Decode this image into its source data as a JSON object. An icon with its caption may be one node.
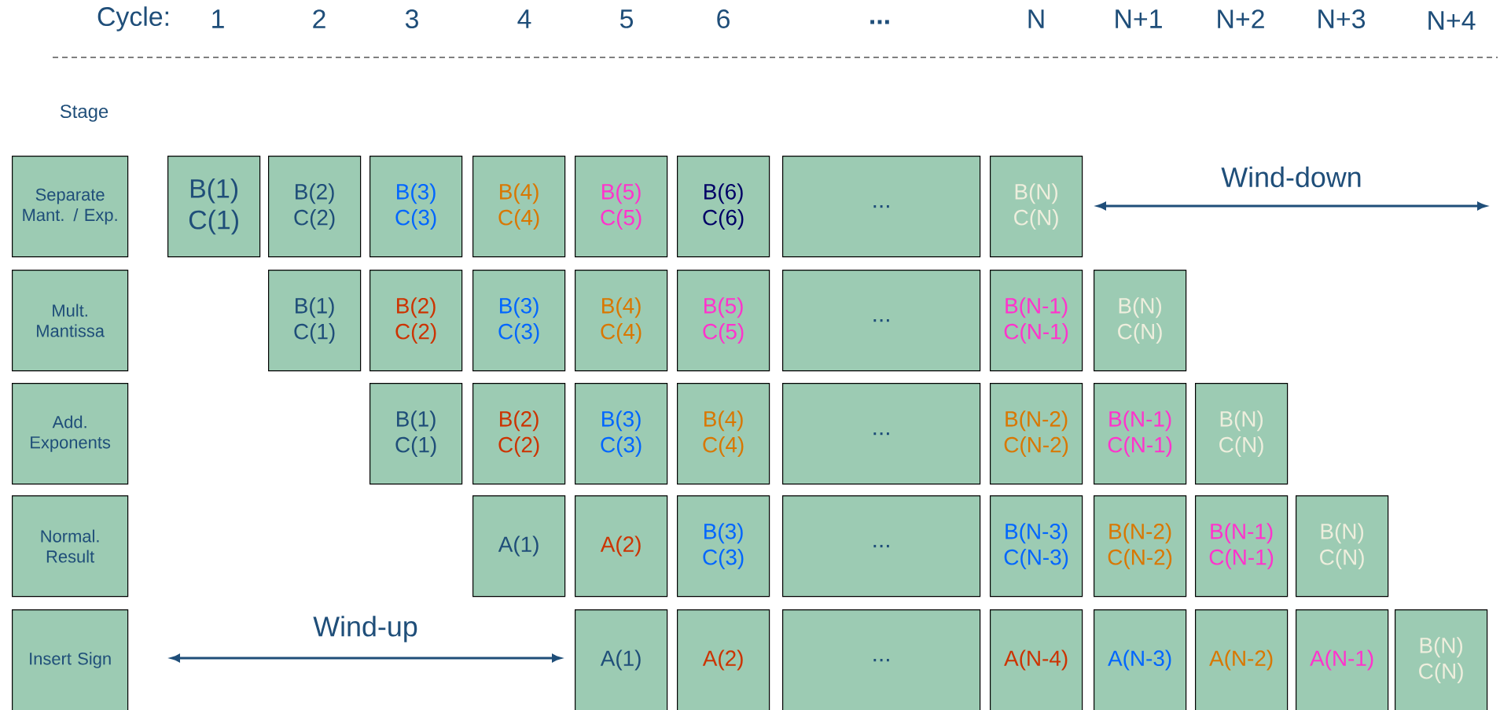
{
  "diagram": {
    "nodes": [
      {
        "text": [
          "Separate Mant. / Exp."
        ]
      },
      {
        "text": [
          "B(1) C(1)"
        ]
      },
      {
        "text": [
          "B(2) C(2)"
        ]
      },
      {
        "text": [
          "B(3) C(3)"
        ]
      },
      {
        "text": [
          "B(4) C(4)"
        ]
      },
      {
        "text": [
          "B(5) C(5)"
        ]
      },
      {
        "text": [
          "B(6) C(6)"
        ]
      },
      {
        "text": [
          "..."
        ]
      },
      {
        "text": [
          "B(N) C(N)"
        ]
      },
      {
        "text": [
          "Mult. Mantissa"
        ]
      },
      {
        "text": [
          "B(1) C(1)"
        ]
      },
      {
        "text": [
          "B(2) C(2)"
        ]
      },
      {
        "text": [
          "B(3) C(3)"
        ]
      },
      {
        "text": [
          "B(4) C(4)"
        ]
      },
      {
        "text": [
          "B(5) C(5)"
        ]
      },
      {
        "text": [
          "..."
        ]
      },
      {
        "text": [
          "B(N-1) C(N-1)"
        ]
      },
      {
        "text": [
          "B(N) C(N)"
        ]
      },
      {
        "text": [
          "Add. Exponents"
        ]
      },
      {
        "text": [
          "B(1) C(1)"
        ]
      },
      {
        "text": [
          "B(2) C(2)"
        ]
      },
      {
        "text": [
          "B(3) C(3)"
        ]
      },
      {
        "text": [
          "B(4) C(4)"
        ]
      },
      {
        "text": [
          "..."
        ]
      },
      {
        "text": [
          "B(N-2) C(N-2)"
        ]
      },
      {
        "text": [
          "B(N-1) C(N-1)"
        ]
      },
      {
        "text": [
          "B(N) C(N)"
        ]
      },
      {
        "text": [
          "Normal. Result"
        ]
      },
      {
        "text": [
          "A(1)"
        ]
      },
      {
        "text": [
          "A(2)"
        ]
      },
      {
        "text": [
          "B(3) C(3)"
        ]
      },
      {
        "text": [
          "..."
        ]
      },
      {
        "text": [
          "B(N-3) C(N-3)"
        ]
      },
      {
        "text": [
          "B(N-2) C(N-2)"
        ]
      },
      {
        "text": [
          "B(N-1) C(N-1)"
        ]
      },
      {
        "text": [
          "B(N) C(N)"
        ]
      },
      {
        "text": [
          "Insert Sign"
        ]
      },
      {
        "text": [
          "A(1)"
        ]
      },
      {
        "text": [
          "A(2)"
        ]
      },
      {
        "text": [
          "..."
        ]
      },
      {
        "text": [
          "A(N-4)"
        ]
      },
      {
        "text": [
          "A(N-3)"
        ]
      },
      {
        "text": [
          "A(N-2)"
        ]
      },
      {
        "text": [
          "A(N-1)"
        ]
      },
      {
        "text": [
          "B(N) C(N)"
        ]
      }
    ],
    "labels": [
      "Cycle:",
      "1",
      "2",
      "3",
      "4",
      "5",
      "6",
      "...",
      "N",
      "N+1",
      "N+2",
      "N+3",
      "N+4",
      "Stage",
      "Wind-down",
      "Wind-up"
    ]
  }
}
